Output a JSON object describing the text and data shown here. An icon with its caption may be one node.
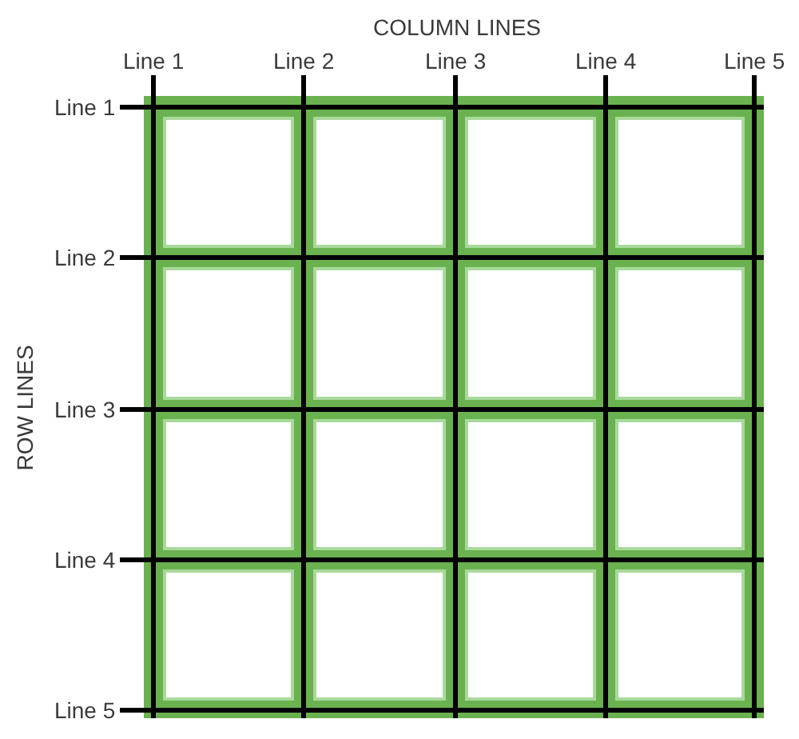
{
  "diagram": {
    "labels": [
      "COLUMN LINES",
      "Line 1",
      "Line 2",
      "Line 3",
      "Line 4",
      "Line 5",
      "ROW LINES",
      "Line 1",
      "Line 2",
      "Line 3",
      "Line 4",
      "Line 5"
    ]
  }
}
